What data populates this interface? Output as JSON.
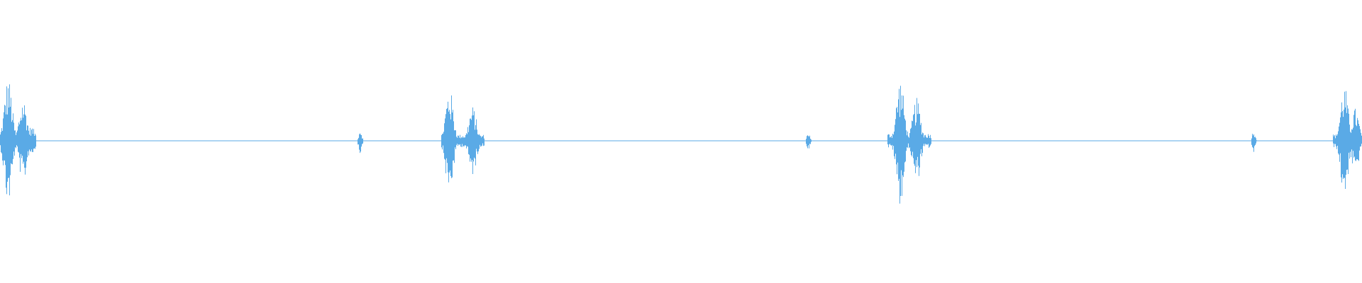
{
  "waveform": {
    "color": "#5aaae6",
    "background": "#ffffff",
    "timeline_start": 0,
    "timeline_end": 1,
    "events": [
      {
        "kind": "burst",
        "start": 0.0,
        "end": 0.026,
        "peak": 0.62,
        "clusters": [
          {
            "center": 0.006,
            "amp": 0.62
          },
          {
            "center": 0.017,
            "amp": 0.42
          },
          {
            "center": 0.023,
            "amp": 0.14
          }
        ]
      },
      {
        "kind": "blip",
        "start": 0.263,
        "end": 0.266,
        "peak": 0.14
      },
      {
        "kind": "burst",
        "start": 0.324,
        "end": 0.355,
        "peak": 0.52,
        "clusters": [
          {
            "center": 0.33,
            "amp": 0.52
          },
          {
            "center": 0.347,
            "amp": 0.34
          }
        ]
      },
      {
        "kind": "blip",
        "start": 0.592,
        "end": 0.595,
        "peak": 0.1
      },
      {
        "kind": "burst",
        "start": 0.652,
        "end": 0.683,
        "peak": 0.62,
        "clusters": [
          {
            "center": 0.661,
            "amp": 0.62
          },
          {
            "center": 0.673,
            "amp": 0.42
          }
        ]
      },
      {
        "kind": "blip",
        "start": 0.919,
        "end": 0.922,
        "peak": 0.13
      },
      {
        "kind": "burst",
        "start": 0.979,
        "end": 1.0,
        "peak": 0.55,
        "clusters": [
          {
            "center": 0.987,
            "amp": 0.55
          },
          {
            "center": 0.995,
            "amp": 0.32
          }
        ]
      }
    ]
  }
}
